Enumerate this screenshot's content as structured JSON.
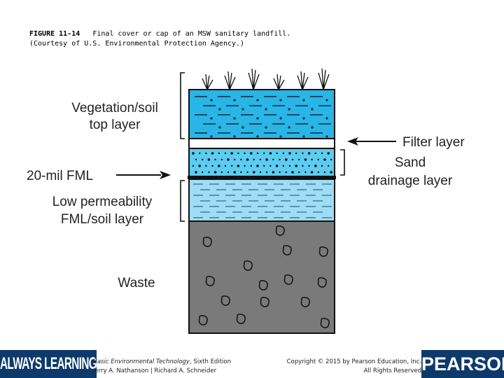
{
  "caption": {
    "figure_id": "FIGURE 11-14",
    "title": "Final cover or cap of an MSW sanitary landfill.",
    "credit": "(Courtesy of U.S. Environmental Protection Agency.)"
  },
  "diagram": {
    "labels": {
      "vegetation_line1": "Vegetation/soil",
      "vegetation_line2": "top layer",
      "filter": "Filter layer",
      "fml": "20-mil FML",
      "sand_line1": "Sand",
      "sand_line2": "drainage layer",
      "lowperm_line1": "Low permeability",
      "lowperm_line2": "FML/soil layer",
      "waste": "Waste"
    },
    "colors": {
      "vegetation": "#29b5e6",
      "sand": "#5ccdf0",
      "low_permeability": "#9fdcf5",
      "waste": "#7a7a7a",
      "outline": "#111111"
    }
  },
  "footer": {
    "left_logo": "ALWAYS LEARNING",
    "book_title": "Basic Environmental Technology",
    "book_edition": ", Sixth Edition",
    "authors": "Jerry A. Nathanson | Richard A. Schneider",
    "copyright": "Copyright © 2015 by Pearson Education, Inc.",
    "rights": "All Rights Reserved",
    "right_logo": "PEARSON"
  }
}
